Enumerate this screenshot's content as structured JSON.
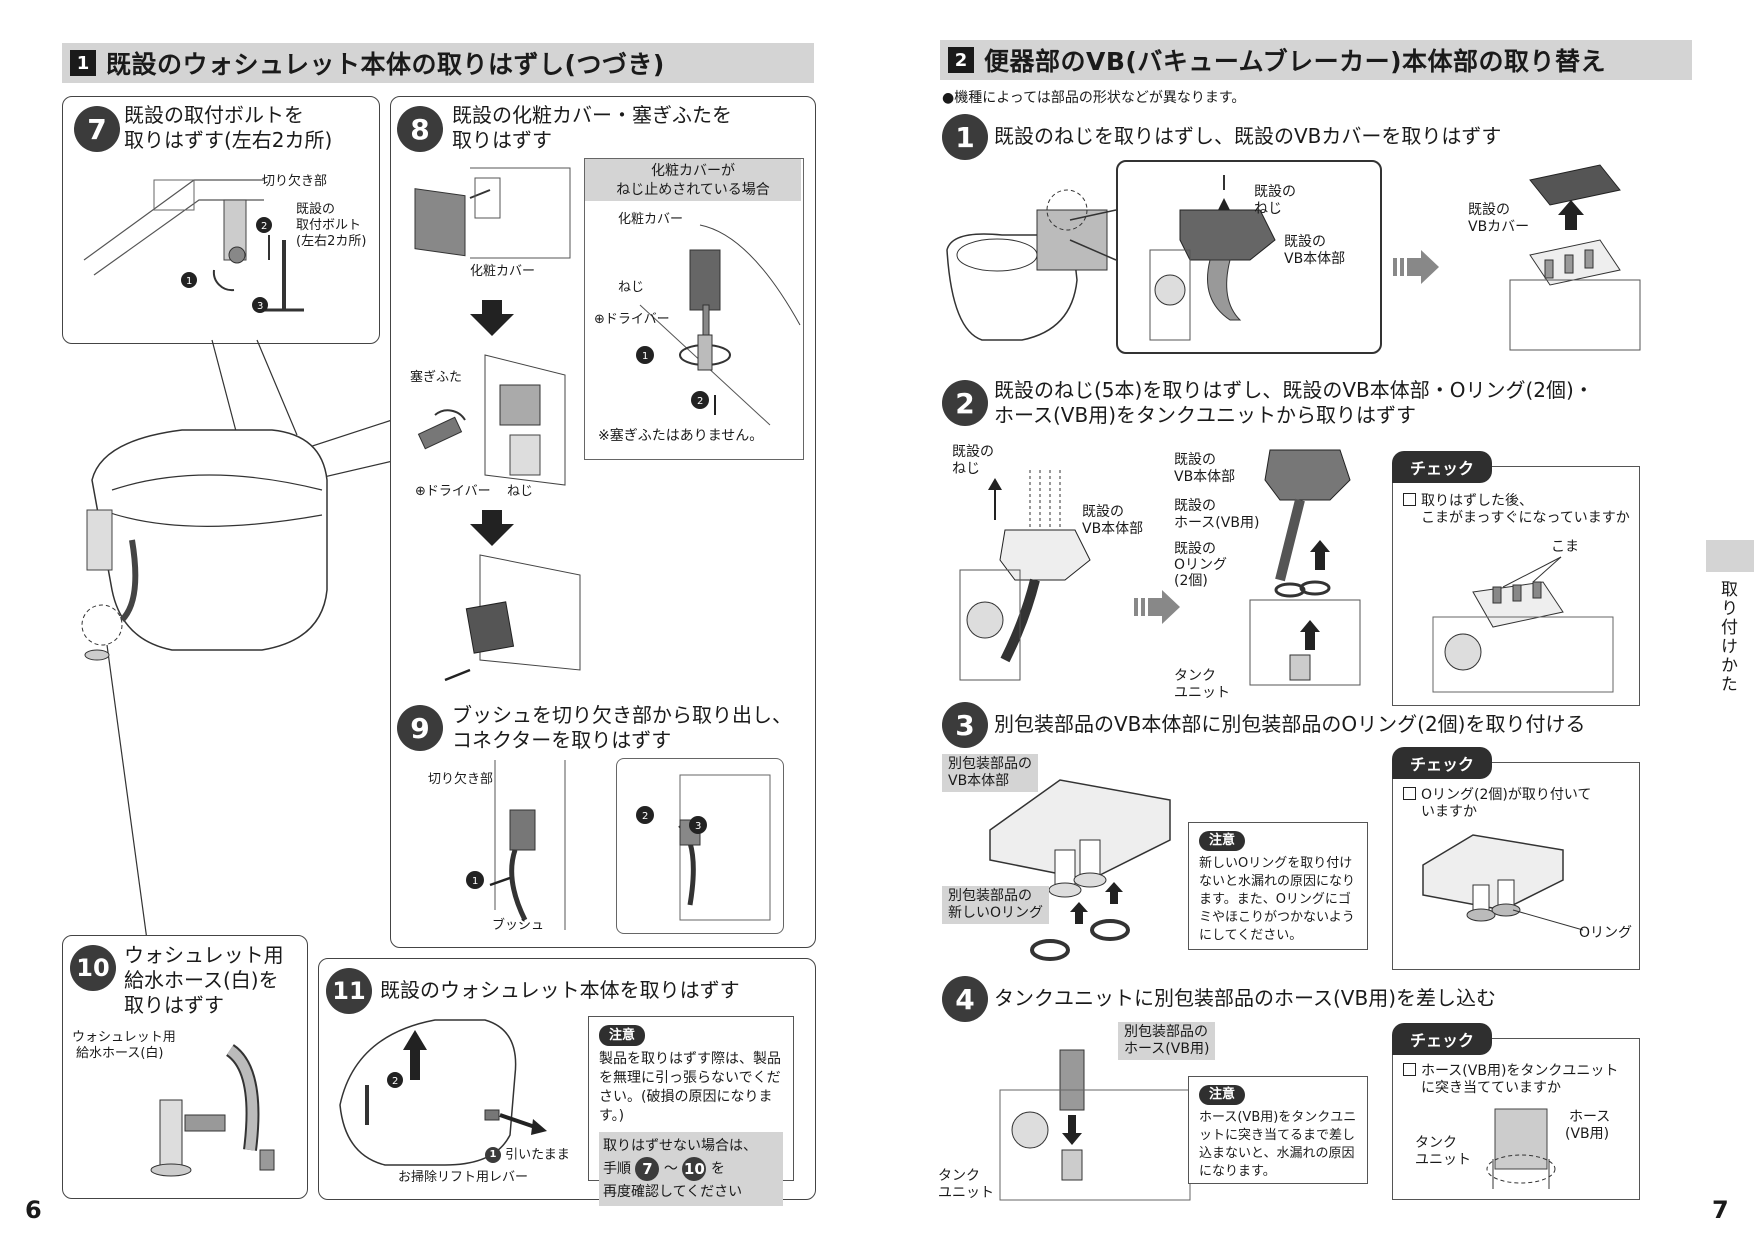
{
  "left": {
    "section_number": "1",
    "section_title": "既設のウォシュレット本体の取りはずし(つづき)",
    "page_number": "6",
    "step7": {
      "number": "7",
      "title_line1": "既設の取付ボルトを",
      "title_line2": "取りはずす(左右2カ所)",
      "label_notch": "切り欠き部",
      "label_bolt_1": "既設の",
      "label_bolt_2": "取付ボルト",
      "label_bolt_3": "(左右2カ所)"
    },
    "step8": {
      "number": "8",
      "title_line1": "既設の化粧カバー・塞ぎふたを",
      "title_line2": "取りはずす",
      "label_cover": "化粧カバー",
      "label_plug": "塞ぎふた",
      "label_driver": "⊕ドライバー",
      "label_screw": "ねじ",
      "inset_header_1": "化粧カバーが",
      "inset_header_2": "ねじ止めされている場合",
      "inset_cover": "化粧カバー",
      "inset_screw": "ねじ",
      "inset_driver": "⊕ドライバー",
      "inset_note": "※塞ぎふたはありません。"
    },
    "step9": {
      "number": "9",
      "title_line1": "ブッシュを切り欠き部から取り出し、",
      "title_line2": "コネクターを取りはずす",
      "label_notch": "切り欠き部",
      "label_bush": "ブッシュ"
    },
    "step10": {
      "number": "10",
      "title_line1": "ウォシュレット用",
      "title_line2": "給水ホース(白)を",
      "title_line3": "取りはずす",
      "label_hose_1": "ウォシュレット用",
      "label_hose_2": "給水ホース(白)"
    },
    "step11": {
      "number": "11",
      "title": "既設のウォシュレット本体を取りはずす",
      "label_pull": "引いたまま",
      "label_lever": "お掃除リフト用レバー",
      "caution_badge": "注意",
      "caution_text": "製品を取りはずす際は、製品を無理に引っ張らないでください。(破損の原因になります。)",
      "retry_line1": "取りはずせない場合は、",
      "retry_line2_a": "手順",
      "retry_from": "7",
      "retry_tilde": "〜",
      "retry_to": "10",
      "retry_line2_b": "を",
      "retry_line3": "再度確認してください"
    }
  },
  "right": {
    "section_number": "2",
    "section_title": "便器部のVB(バキュームブレーカー)本体部の取り替え",
    "subnote": "●機種によっては部品の形状などが異なります。",
    "page_number": "7",
    "side_tab_text": "取り付けかた",
    "step1": {
      "number": "1",
      "title": "既設のねじを取りはずし、既設のVBカバーを取りはずす",
      "label_screw_1": "既設の",
      "label_screw_2": "ねじ",
      "label_body_1": "既設の",
      "label_body_2": "VB本体部",
      "label_cover_1": "既設の",
      "label_cover_2": "VBカバー"
    },
    "step2": {
      "number": "2",
      "title_line1": "既設のねじ(5本)を取りはずし、既設のVB本体部・Oリング(2個)・",
      "title_line2": "ホース(VB用)をタンクユニットから取りはずす",
      "label_screw_1": "既設の",
      "label_screw_2": "ねじ",
      "label_body_1": "既設の",
      "label_body_2": "VB本体部",
      "label_r_body_1": "既設の",
      "label_r_body_2": "VB本体部",
      "label_hose_1": "既設の",
      "label_hose_2": "ホース(VB用)",
      "label_oring_1": "既設の",
      "label_oring_2": "Oリング",
      "label_oring_3": "(2個)",
      "label_tank_1": "タンク",
      "label_tank_2": "ユニット",
      "check_title": "チェック",
      "check_line1": "取りはずした後、",
      "check_line2": "こまがまっすぐになっていますか",
      "check_label": "こま"
    },
    "step3": {
      "number": "3",
      "title": "別包装部品のVB本体部に別包装部品のOリング(2個)を取り付ける",
      "label_body_1": "別包装部品の",
      "label_body_2": "VB本体部",
      "label_oring_1": "別包装部品の",
      "label_oring_2": "新しいOリング",
      "caution_badge": "注意",
      "caution_text": "新しいOリングを取り付けないと水漏れの原因になります。また、Oリングにゴミやほこりがつかないようにしてください。",
      "check_title": "チェック",
      "check_line1": "Oリング(2個)が取り付いて",
      "check_line2": "いますか",
      "check_label": "Oリング"
    },
    "step4": {
      "number": "4",
      "title": "タンクユニットに別包装部品のホース(VB用)を差し込む",
      "label_hose_1": "別包装部品の",
      "label_hose_2": "ホース(VB用)",
      "label_tank_1": "タンク",
      "label_tank_2": "ユニット",
      "caution_badge": "注意",
      "caution_text": "ホース(VB用)をタンクユニットに突き当てるまで差し込まないと、水漏れの原因になります。",
      "check_title": "チェック",
      "check_line1": "ホース(VB用)をタンクユニット",
      "check_line2": "に突き当てていますか",
      "check_hose_1": "ホース",
      "check_hose_2": "(VB用)",
      "check_tank_1": "タンク",
      "check_tank_2": "ユニット"
    }
  }
}
